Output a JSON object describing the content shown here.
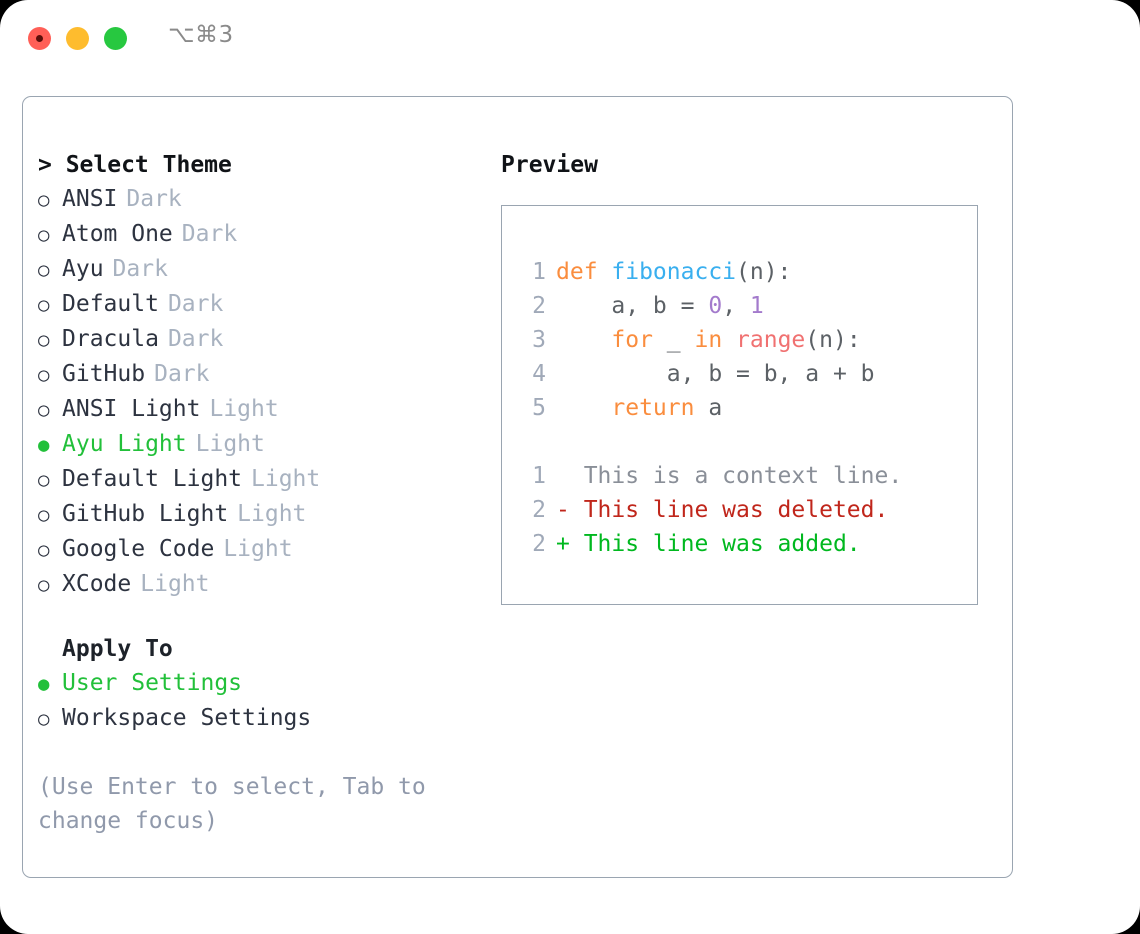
{
  "titlebar": {
    "shortcut": "⌥⌘3",
    "buttons": [
      {
        "name": "close",
        "color": "#ff5f57"
      },
      {
        "name": "minimize",
        "color": "#febc2e"
      },
      {
        "name": "zoom",
        "color": "#27c840"
      }
    ]
  },
  "theme_panel": {
    "header": "> Select Theme",
    "items": [
      {
        "marker": "○",
        "name": "ANSI",
        "variant": "Dark",
        "selected": false
      },
      {
        "marker": "○",
        "name": "Atom One",
        "variant": "Dark",
        "selected": false
      },
      {
        "marker": "○",
        "name": "Ayu",
        "variant": "Dark",
        "selected": false
      },
      {
        "marker": "○",
        "name": "Default",
        "variant": "Dark",
        "selected": false
      },
      {
        "marker": "○",
        "name": "Dracula",
        "variant": "Dark",
        "selected": false
      },
      {
        "marker": "○",
        "name": "GitHub",
        "variant": "Dark",
        "selected": false
      },
      {
        "marker": "○",
        "name": "ANSI Light",
        "variant": "Light",
        "selected": false
      },
      {
        "marker": "●",
        "name": "Ayu Light",
        "variant": "Light",
        "selected": true
      },
      {
        "marker": "○",
        "name": "Default Light",
        "variant": "Light",
        "selected": false
      },
      {
        "marker": "○",
        "name": "GitHub Light",
        "variant": "Light",
        "selected": false
      },
      {
        "marker": "○",
        "name": "Google Code",
        "variant": "Light",
        "selected": false
      },
      {
        "marker": "○",
        "name": "XCode",
        "variant": "Light",
        "selected": false
      }
    ]
  },
  "apply_to": {
    "header": "Apply To",
    "items": [
      {
        "marker": "●",
        "label": "User Settings",
        "selected": true
      },
      {
        "marker": "○",
        "label": "Workspace Settings",
        "selected": false
      }
    ]
  },
  "help": "(Use Enter to select, Tab to change focus)",
  "preview": {
    "header": "Preview",
    "code_lines": [
      {
        "number": "1",
        "tokens": [
          {
            "text": "def ",
            "type": "key"
          },
          {
            "text": "fibonacci",
            "type": "fn"
          },
          {
            "text": "(n):",
            "type": "plain"
          }
        ]
      },
      {
        "number": "2",
        "tokens": [
          {
            "text": "    a, b = ",
            "type": "plain"
          },
          {
            "text": "0",
            "type": "num"
          },
          {
            "text": ", ",
            "type": "plain"
          },
          {
            "text": "1",
            "type": "num"
          }
        ]
      },
      {
        "number": "3",
        "tokens": [
          {
            "text": "    ",
            "type": "plain"
          },
          {
            "text": "for",
            "type": "key"
          },
          {
            "text": " _ ",
            "type": "plain"
          },
          {
            "text": "in",
            "type": "key"
          },
          {
            "text": " ",
            "type": "plain"
          },
          {
            "text": "range",
            "type": "call"
          },
          {
            "text": "(n):",
            "type": "plain"
          }
        ]
      },
      {
        "number": "4",
        "tokens": [
          {
            "text": "        a, b = b, a + b",
            "type": "plain"
          }
        ]
      },
      {
        "number": "5",
        "tokens": [
          {
            "text": "    ",
            "type": "plain"
          },
          {
            "text": "return",
            "type": "key"
          },
          {
            "text": " a",
            "type": "plain"
          }
        ]
      }
    ],
    "diff_lines": [
      {
        "number": "1",
        "text": "  This is a context line.",
        "type": "ctx"
      },
      {
        "number": "2",
        "text": "- This line was deleted.",
        "type": "del"
      },
      {
        "number": "2",
        "text": "+ This line was added.",
        "type": "add"
      }
    ]
  },
  "colors": {
    "accent_green": "#22c03a",
    "muted": "#a8b2c0",
    "border": "#9aa5b1",
    "keyword": "#fa8d3e",
    "function": "#39afef",
    "number": "#a37acc",
    "call": "#f07171",
    "text": "#5c6166",
    "diff_deleted": "#c0261b",
    "diff_added": "#00b81f"
  }
}
